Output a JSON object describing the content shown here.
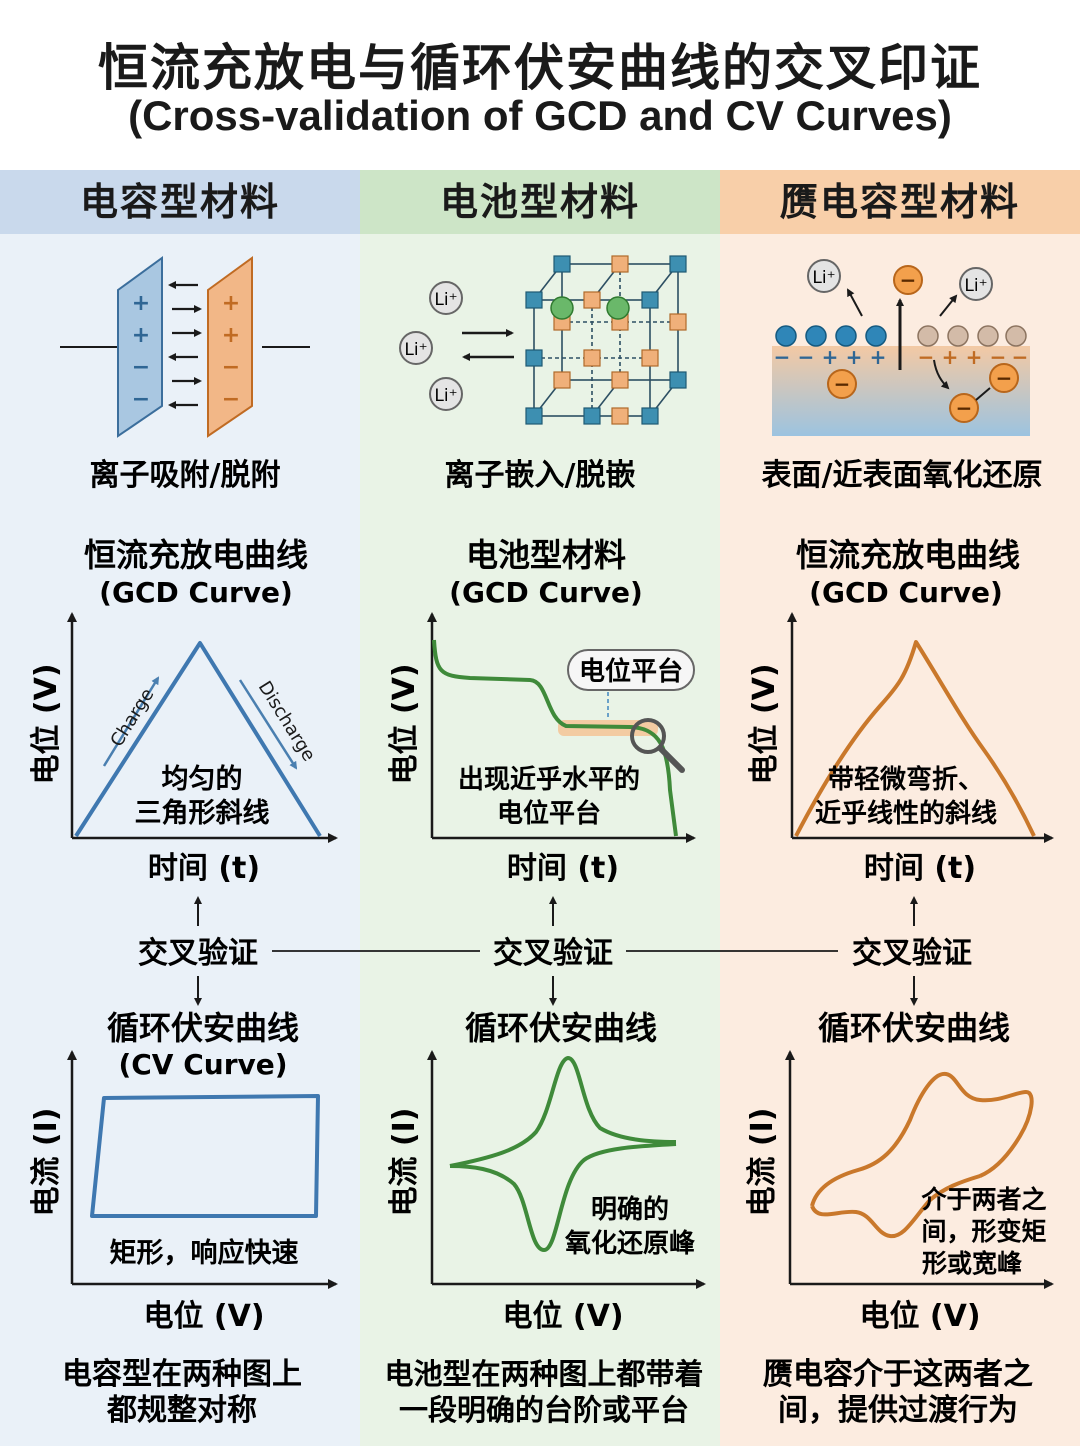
{
  "title_zh": "恒流充放电与循环伏安曲线的交叉印证",
  "title_en": "(Cross-validation of GCD and CV Curves)",
  "columns": [
    {
      "header": "电容型材料",
      "mechanism": "离子吸附/脱附",
      "gcd_title": "恒流充放电曲线",
      "gcd_subtitle": "(GCD Curve)",
      "gcd_ylabel": "电位 (V)",
      "gcd_xlabel": "时间 (t)",
      "gcd_note": [
        "均匀的",
        "三角形斜线"
      ],
      "charge": "Charge",
      "discharge": "Discharge",
      "cross": "交叉验证",
      "cv_title": "循环伏安曲线",
      "cv_subtitle": "(CV Curve)",
      "cv_ylabel": "电流 (I)",
      "cv_xlabel": "电位 (V)",
      "cv_note": [
        "矩形，响应快速"
      ],
      "summary": [
        "电容型在两种图上",
        "都规整对称"
      ]
    },
    {
      "header": "电池型材料",
      "mechanism": "离子嵌入/脱嵌",
      "gcd_title": "电池型材料",
      "gcd_subtitle": "(GCD Curve)",
      "gcd_ylabel": "电位 (V)",
      "gcd_xlabel": "时间 (t)",
      "gcd_note": [
        "出现近乎水平的",
        "电位平台"
      ],
      "plateau_tag": "电位平台",
      "cross": "交叉验证",
      "cv_title": "循环伏安曲线",
      "cv_ylabel": "电流 (I)",
      "cv_xlabel": "电位 (V)",
      "cv_note": [
        "明确的",
        "氧化还原峰"
      ],
      "summary": [
        "电池型在两种图上都带着",
        "一段明确的台阶或平台"
      ]
    },
    {
      "header": "赝电容型材料",
      "mechanism": "表面/近表面氧化还原",
      "gcd_title": "恒流充放电曲线",
      "gcd_subtitle": "(GCD Curve)",
      "gcd_ylabel": "电位 (V)",
      "gcd_xlabel": "时间 (t)",
      "gcd_note": [
        "带轻微弯折、",
        "近乎线性的斜线"
      ],
      "cross": "交叉验证",
      "cv_title": "循环伏安曲线",
      "cv_ylabel": "电流 (I)",
      "cv_xlabel": "电位 (V)",
      "cv_note": [
        "介于两者之",
        "间，形变矩",
        "形或宽峰"
      ],
      "summary": [
        "赝电容介于这两者之",
        "间，提供过渡行为"
      ]
    }
  ],
  "ion_label": "Li⁺",
  "plus": "+",
  "minus": "−",
  "colors": {
    "capacitor": "#4a7fb0",
    "battery": "#3f8a3a",
    "pseudo": "#c9782b",
    "axis": "#1a1a1a"
  }
}
